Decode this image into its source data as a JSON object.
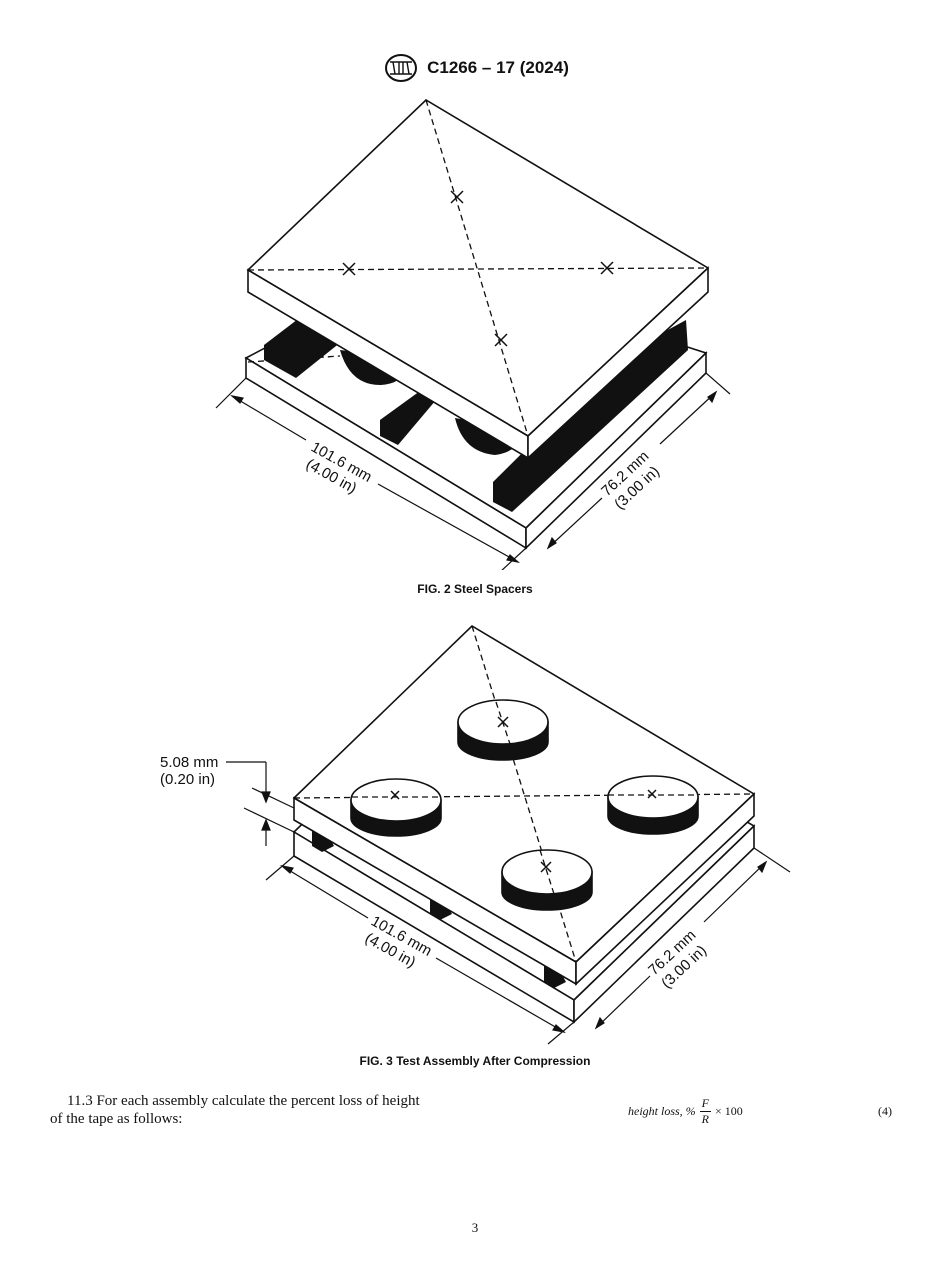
{
  "header": {
    "designation": "C1266 – 17 (2024)",
    "logo_icon": "astm-logo-icon"
  },
  "fig2": {
    "caption": "FIG. 2  Steel Spacers",
    "dim_length_mm": "101.6 mm",
    "dim_length_in": "(4.00 in)",
    "dim_width_mm": "76.2 mm",
    "dim_width_in": "(3.00 in)"
  },
  "fig3": {
    "caption": "FIG. 3  Test Assembly After Compression",
    "dim_gap_mm": "5.08 mm",
    "dim_gap_in": "(0.20 in)",
    "dim_length_mm": "101.6 mm",
    "dim_length_in": "(4.00 in)",
    "dim_width_mm": "76.2 mm",
    "dim_width_in": "(3.00 in)"
  },
  "section": {
    "number": "11.3",
    "text_line1": "For each assembly calculate the percent loss of height",
    "text_line2": "of the tape as follows:"
  },
  "equation": {
    "lhs": "height loss, %",
    "numerator": "F",
    "denominator": "R",
    "rhs": "× 100",
    "number": "(4)"
  },
  "page_number": "3"
}
